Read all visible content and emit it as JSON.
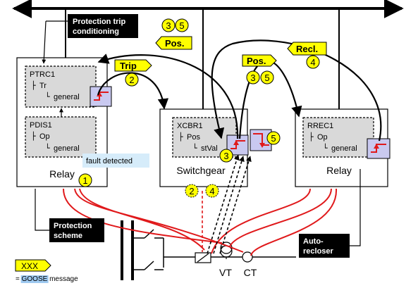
{
  "callouts": {
    "protection_trip_line1": "Protection trip",
    "protection_trip_line2": "conditioning",
    "protection_scheme_line1": "Protection",
    "protection_scheme_line2": "scheme",
    "autorecloser_line1": "Auto-",
    "autorecloser_line2": "recloser"
  },
  "relay_left": {
    "label": "Relay",
    "ptrc": {
      "name": "PTRC1",
      "do": "Tr",
      "attr": "general"
    },
    "pdis": {
      "name": "PDIS1",
      "do": "Op",
      "attr": "general"
    },
    "fault_text": "fault detected"
  },
  "switchgear": {
    "label": "Switchgear",
    "xcbr": {
      "name": "XCBR1",
      "do": "Pos",
      "attr": "stVal"
    }
  },
  "relay_right": {
    "label": "Relay",
    "rrec": {
      "name": "RREC1",
      "do": "Op",
      "attr": "general"
    }
  },
  "messages": {
    "trip": "Trip",
    "pos_top": "Pos.",
    "pos_mid": "Pos.",
    "recl": "Recl."
  },
  "steps": {
    "s1": "1",
    "s2": "2",
    "s3": "3",
    "s4": "4",
    "s5": "5"
  },
  "instruments": {
    "vt": "VT",
    "ct": "CT"
  },
  "legend": {
    "sample": "XXX",
    "prefix": "= ",
    "goose": "GOOSE",
    "suffix": " message"
  },
  "colors": {
    "goose_yellow": "#ffff00",
    "callout_black": "#000000",
    "node_gray": "#d9d9d9",
    "wire_red": "#e0191b",
    "fault_blue": "#d6ecfa",
    "trip_icon_bg": "#c9c9f0"
  }
}
